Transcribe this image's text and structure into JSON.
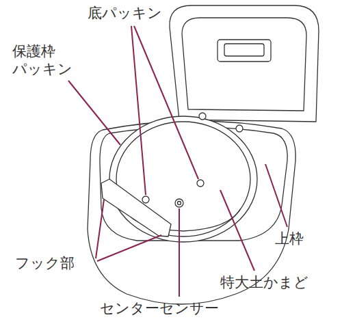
{
  "diagram": {
    "labels": [
      "底パッキン",
      "保護枠 パッキン",
      "上枠",
      "フック部",
      "特大土かまど",
      "センターセンサー"
    ]
  }
}
